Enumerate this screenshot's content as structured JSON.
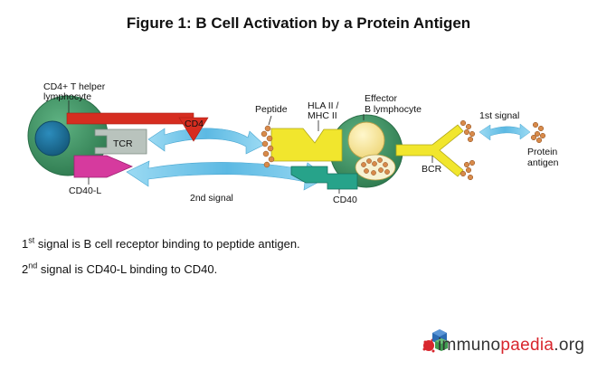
{
  "title": "Figure 1: B Cell Activation by a Protein Antigen",
  "labels": {
    "t_helper_line1": "CD4+ T helper",
    "t_helper_line2": "lymphocyte",
    "tcr": "TCR",
    "cd4": "CD4",
    "cd40l": "CD40-L",
    "peptide": "Peptide",
    "hla_line1": "HLA II /",
    "hla_line2": "MHC II",
    "effector_line1": "Effector",
    "effector_line2": "B lymphocyte",
    "first_signal": "1st signal",
    "protein_line1": "Protein",
    "protein_line2": "antigen",
    "bcr": "BCR",
    "cd40": "CD40",
    "second_signal": "2nd signal"
  },
  "notes": [
    {
      "num": "1",
      "sup": "st",
      "text": " signal is B cell receptor binding to peptide antigen."
    },
    {
      "num": "2",
      "sup": "nd",
      "text": " signal is CD40-L binding to CD40."
    }
  ],
  "logo": {
    "part1": "immuno",
    "part2": "paedia",
    "part3": ".org"
  },
  "colors": {
    "cell_green": "#3a8a5c",
    "nucleus_blue": "#1f6e96",
    "b_nucleus": "#f7e6a0",
    "cd4_red": "#d62d20",
    "tcr_gray": "#b9c3bd",
    "cd40l_magenta": "#d63a9e",
    "mhc_yellow": "#f1e62d",
    "cd40_teal": "#27a38a",
    "arrow_blue": "#6ec6ea",
    "antigen_orange": "#d88a4a"
  }
}
